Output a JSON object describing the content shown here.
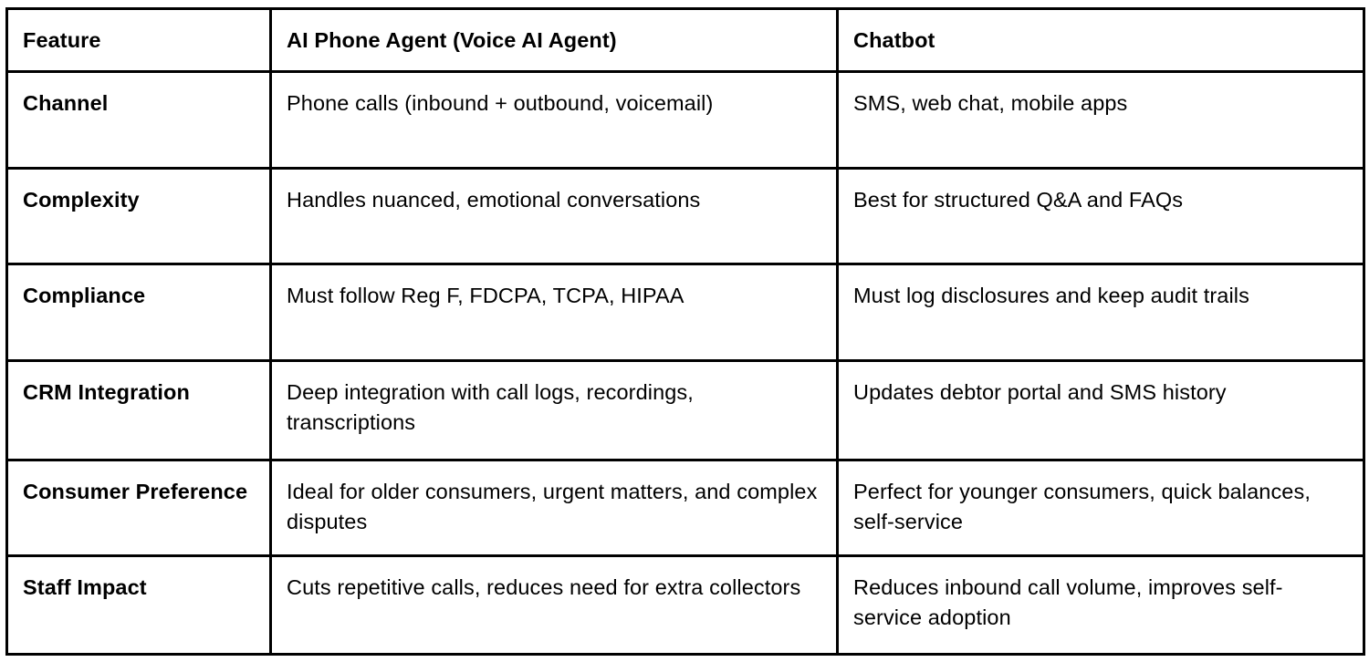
{
  "document": {
    "type": "comparison-table",
    "background_color": "#ffffff",
    "text_color": "#000000",
    "border_color": "#000000"
  },
  "table": {
    "headers": [
      "Feature",
      "AI Phone Agent (Voice AI Agent)",
      "Chatbot"
    ],
    "rows": [
      {
        "feature": "Channel",
        "voice_agent": "Phone calls (inbound + outbound, voicemail)",
        "chatbot": "SMS, web chat, mobile apps"
      },
      {
        "feature": "Complexity",
        "voice_agent": "Handles nuanced, emotional conversations",
        "chatbot": "Best for structured Q&A and FAQs"
      },
      {
        "feature": "Compliance",
        "voice_agent": "Must follow Reg F, FDCPA, TCPA, HIPAA",
        "chatbot": "Must log disclosures and keep audit trails"
      },
      {
        "feature": "CRM Integration",
        "voice_agent": "Deep integration with call logs, recordings, transcriptions",
        "chatbot": "Updates debtor portal and SMS history"
      },
      {
        "feature": "Consumer Preference",
        "voice_agent": "Ideal for older consumers, urgent matters, and complex disputes",
        "chatbot": "Perfect for younger consumers, quick balances, self-service"
      },
      {
        "feature": "Staff Impact",
        "voice_agent": "Cuts repetitive calls, reduces need for extra collectors",
        "chatbot": "Reduces inbound call volume, improves self-service adoption"
      }
    ]
  }
}
